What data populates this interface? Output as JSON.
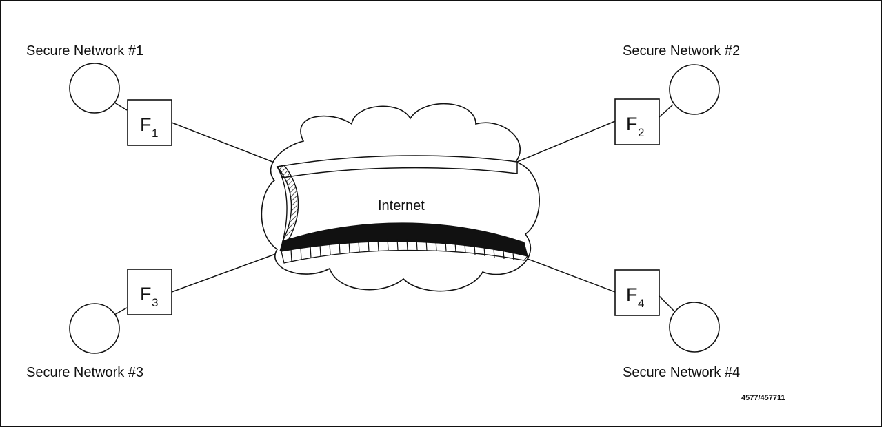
{
  "networks": [
    {
      "label": "Secure Network #1",
      "firewall": "F",
      "firewall_sub": "1"
    },
    {
      "label": "Secure Network #2",
      "firewall": "F",
      "firewall_sub": "2"
    },
    {
      "label": "Secure Network #3",
      "firewall": "F",
      "firewall_sub": "3"
    },
    {
      "label": "Secure Network #4",
      "firewall": "F",
      "firewall_sub": "4"
    }
  ],
  "cloud": {
    "label": "Internet"
  },
  "figure_id": "4577/457711",
  "colors": {
    "stroke": "#111111",
    "background": "#ffffff"
  }
}
